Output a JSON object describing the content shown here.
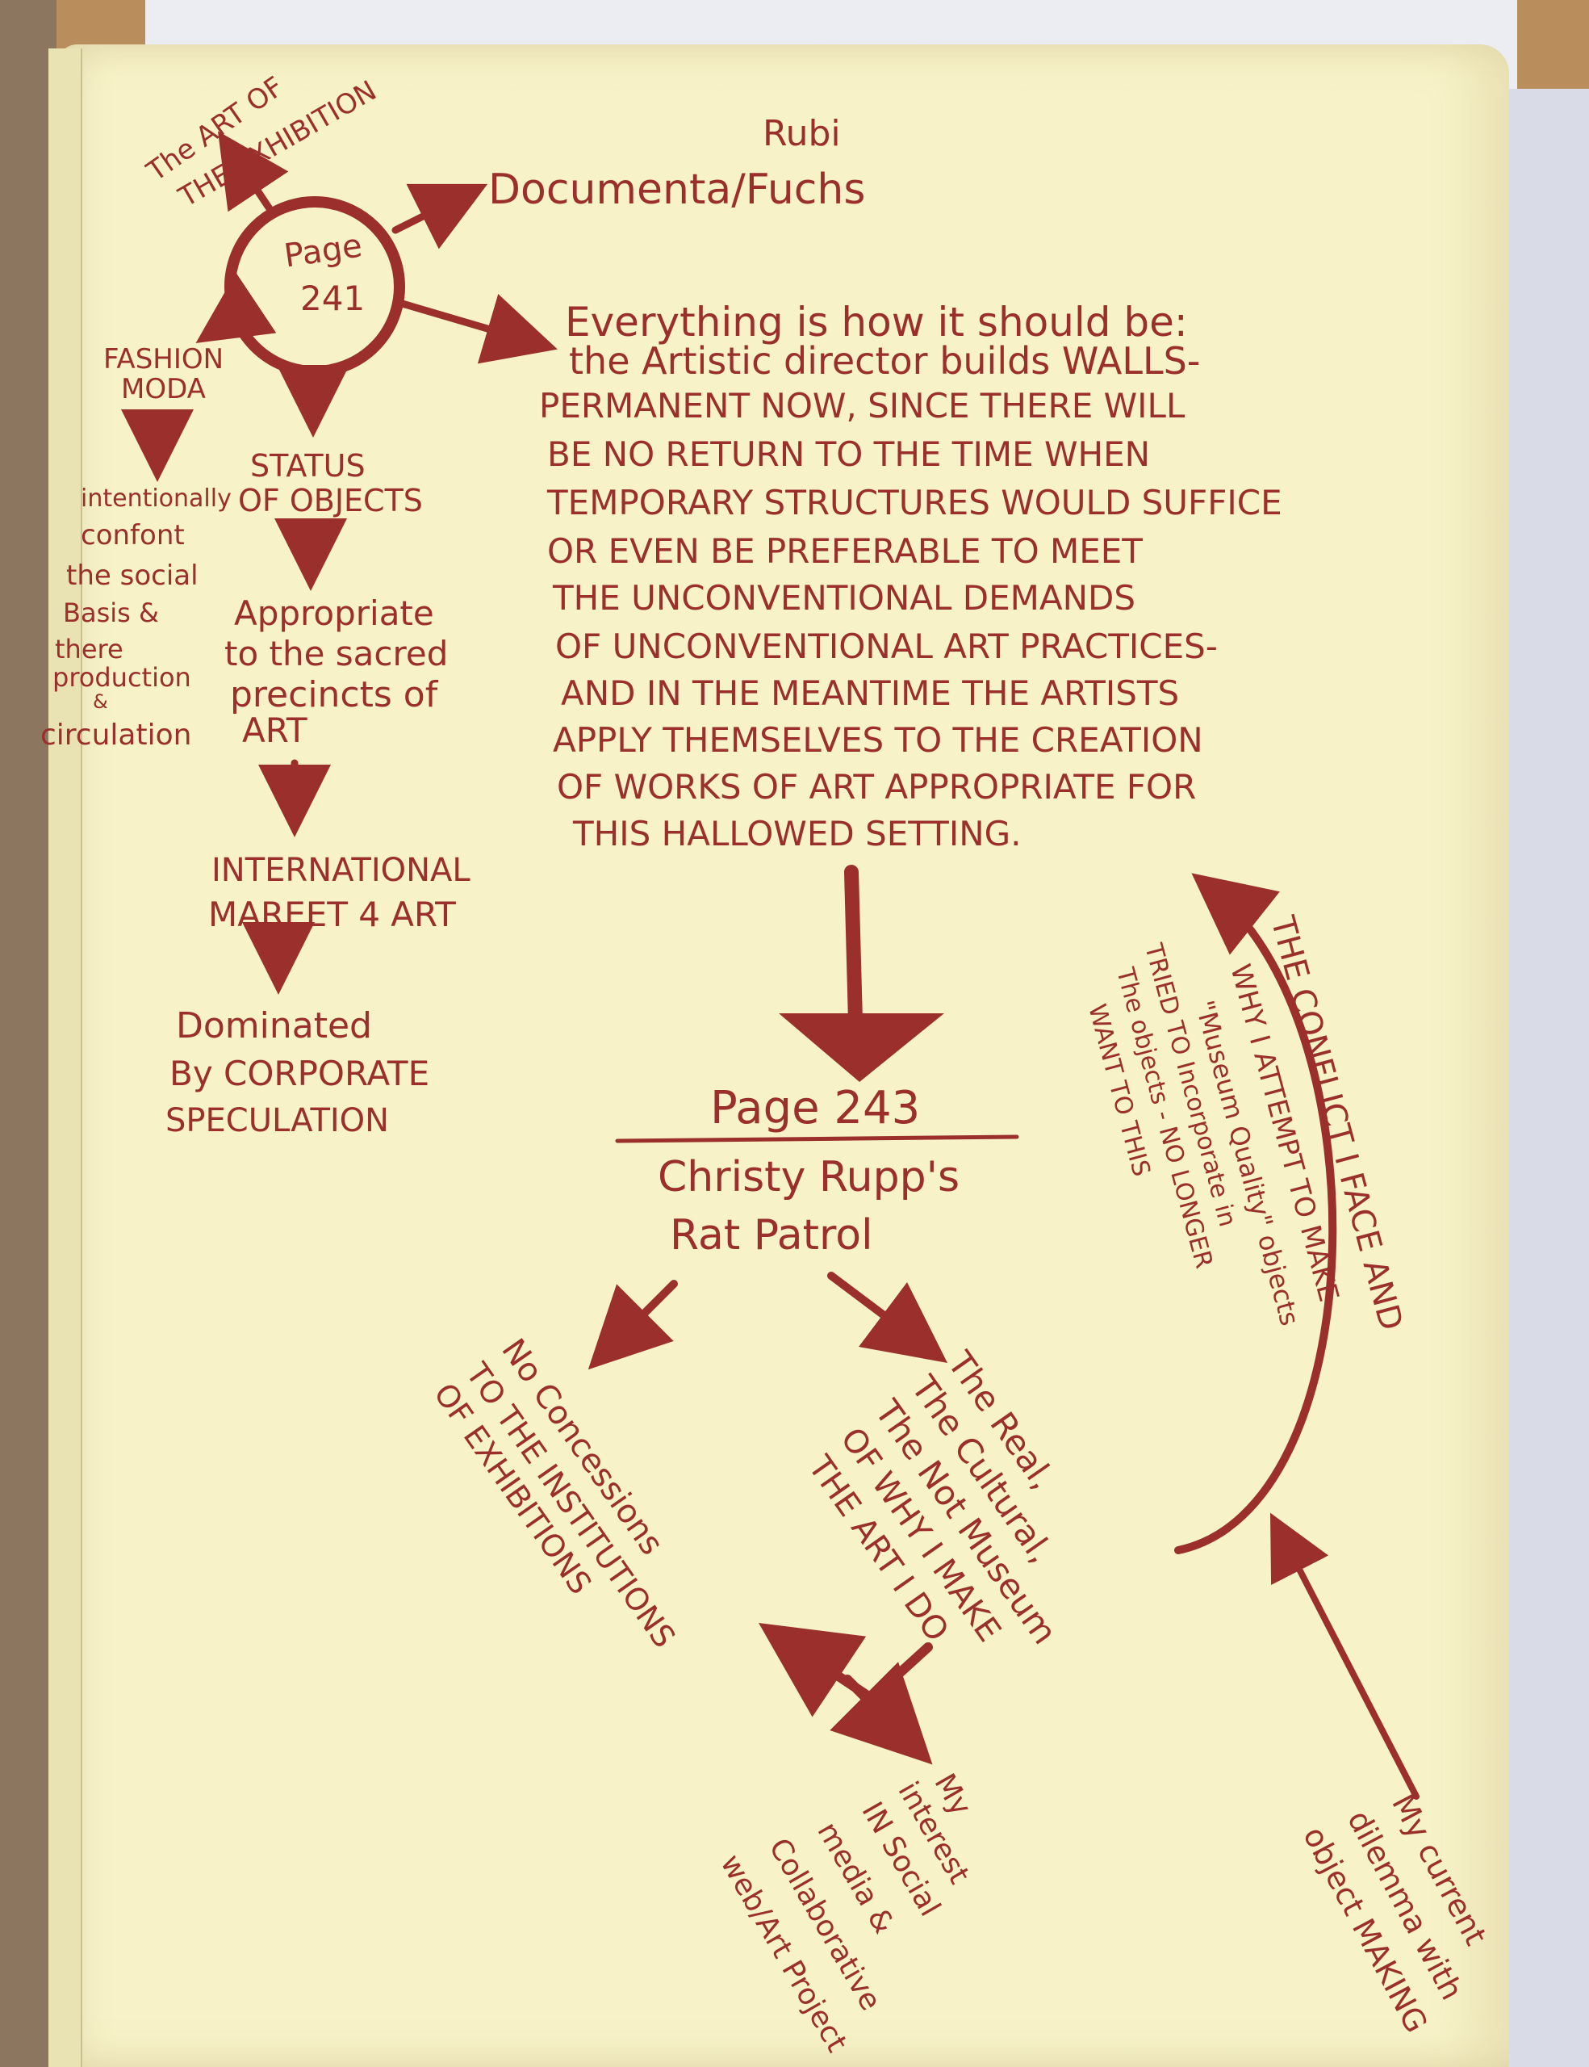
{
  "colors": {
    "ink": "#9a2f2b",
    "paper": "#f7f2c8"
  },
  "header": {
    "author": "Rubi",
    "source": "Documenta/Fuchs"
  },
  "hub": {
    "label_line1": "Page",
    "label_line2": "241",
    "art_of_exhibition_line1": "The ART OF",
    "art_of_exhibition_line2": "THE EXHIBITION"
  },
  "left_chain": {
    "fashion_moda_line1": "FASHION",
    "fashion_moda_line2": "MODA",
    "confront": [
      "intentionally",
      "confont",
      "the social",
      "Basis &",
      "there",
      "production",
      "&",
      "circulation"
    ]
  },
  "center_chain": {
    "status_line1": "STATUS",
    "status_line2": "OF OBJECTS",
    "appropriate": [
      "Appropriate",
      "to the sacred",
      "precincts of",
      "ART"
    ],
    "market_line1": "INTERNATIONAL",
    "market_line2": "MAREET 4 ART",
    "dominated": [
      "Dominated",
      "By CORPORATE",
      "SPECULATION"
    ]
  },
  "quote": {
    "lines": [
      "Everything is how it should be:",
      "the Artistic director builds WALLS-",
      "PERMANENT NOW, SINCE THERE WILL",
      "BE NO RETURN TO THE TIME WHEN",
      "TEMPORARY STRUCTURES WOULD SUFFICE",
      "OR EVEN BE PREFERABLE TO MEET",
      "THE UNCONVENTIONAL DEMANDS",
      "OF UNCONVENTIONAL ART PRACTICES-",
      "AND IN THE MEANTIME THE ARTISTS",
      "APPLY THEMSELVES TO THE CREATION",
      "OF WORKS OF ART APPROPRIATE FOR",
      "THIS HALLOWED SETTING."
    ]
  },
  "page243": {
    "label": "Page 243",
    "title_line1": "Christy Rupp's",
    "title_line2": "Rat Patrol",
    "left_branch": [
      "No Concessions",
      "TO THE INSTITUTIONS",
      "OF EXHIBITIONS"
    ],
    "right_branch": [
      "The Real,",
      "The Cultural,",
      "The Not Museum",
      "OF WHY I MAKE",
      "THE ART I DO"
    ],
    "interest": [
      "My",
      "interest",
      "IN Social",
      "media &",
      "Collaborative",
      "web/Art Project"
    ]
  },
  "conflict": {
    "lines": [
      "THE CONFLICT I FACE AND",
      "WHY I ATTEMPT TO MAKE",
      "\"Museum Quality\" objects",
      "TRIED TO Incorporate in",
      "The objects - NO LONGER",
      "WANT TO THIS"
    ],
    "dilemma": [
      "My current",
      "dilemma with",
      "object MAKING"
    ]
  }
}
